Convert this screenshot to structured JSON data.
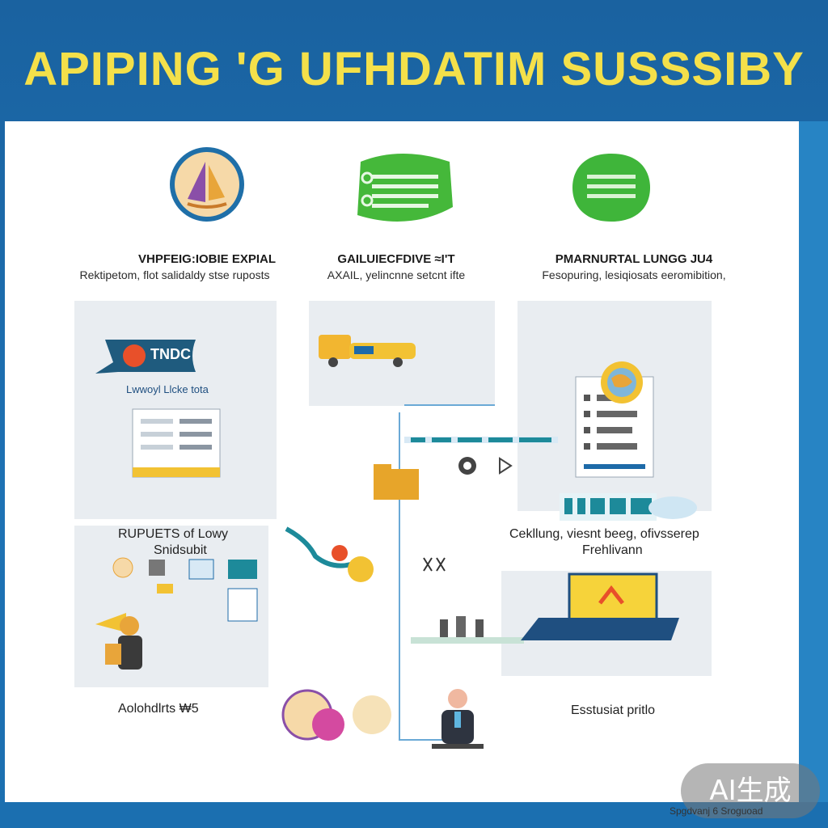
{
  "header": {
    "title": "APIPING 'G UFHDATIM  SUSSSIBY"
  },
  "cards": [
    {
      "title": "VHPFEIG:IOBIE EXPIAL",
      "subtitle": "Rektipetom, flot salidaldy stse ruposts",
      "icon": "sailboat-icon"
    },
    {
      "title": "GAILUIECFDIVE ≈I'T",
      "subtitle": "AXAIL, yelincnne setcnt ifte",
      "icon": "server-stack-icon"
    },
    {
      "title": "PMARNURTAL LUNGG JU4",
      "subtitle": "Fesopuring, lesiqiosats eeromibition,",
      "icon": "chat-bubble-icon"
    }
  ],
  "diagram": {
    "speech_tag": "TNDC",
    "caption_top_left": "Lwwoyl Llcke tota",
    "left_block_title": "RUPUETS of Lowy",
    "left_block_sub": "Snidsubit",
    "right_block_title": "Cekllung, viesnt beeg, ofivsserep",
    "right_block_sub": "Frehlivann",
    "bottom_left": "Aolohdlrts ₩5",
    "bottom_right": "Esstusiat pritlo"
  },
  "colors": {
    "title": "#f4e04a",
    "frame": "#1a62a0",
    "accent_green": "#4bbf3c",
    "accent_yellow": "#f2c233",
    "accent_teal": "#1d8a9a"
  },
  "footer": {
    "badge": "AI生成",
    "credit": "Spgdvanj 6 Sroguoad"
  }
}
